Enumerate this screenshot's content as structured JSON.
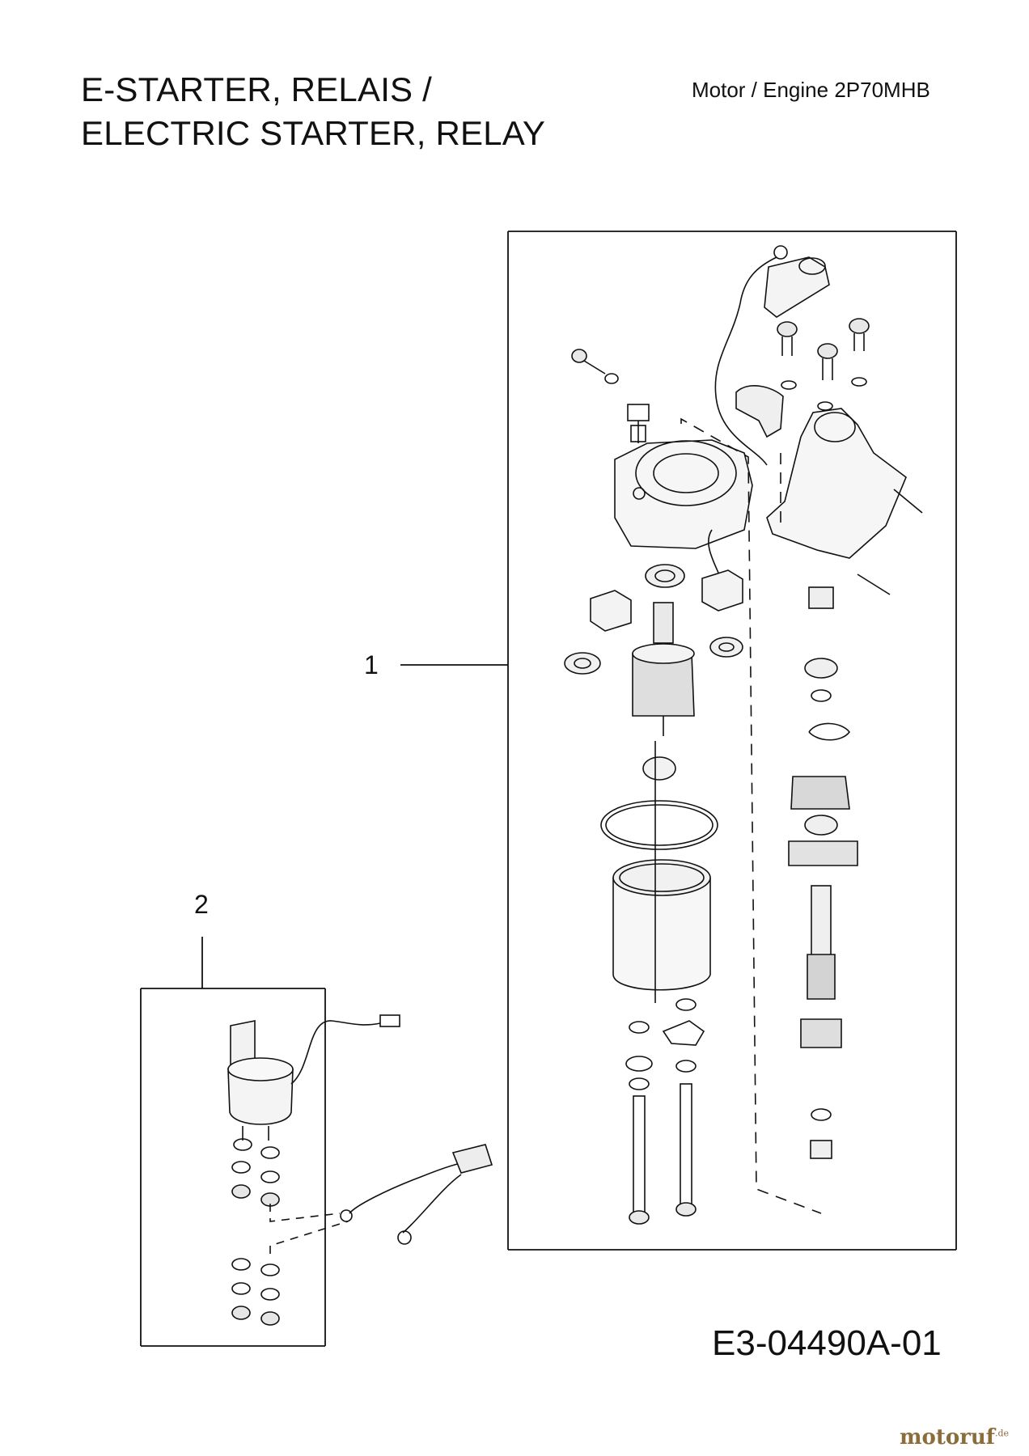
{
  "header": {
    "title_line1": "E-STARTER, RELAIS /",
    "title_line2": "ELECTRIC STARTER, RELAY",
    "engine": "Motor / Engine 2P70MHB"
  },
  "callouts": [
    "1",
    "2"
  ],
  "drawing_code": "E3-04490A-01",
  "brand": {
    "name": "motoruf",
    "suffix": ".de"
  }
}
